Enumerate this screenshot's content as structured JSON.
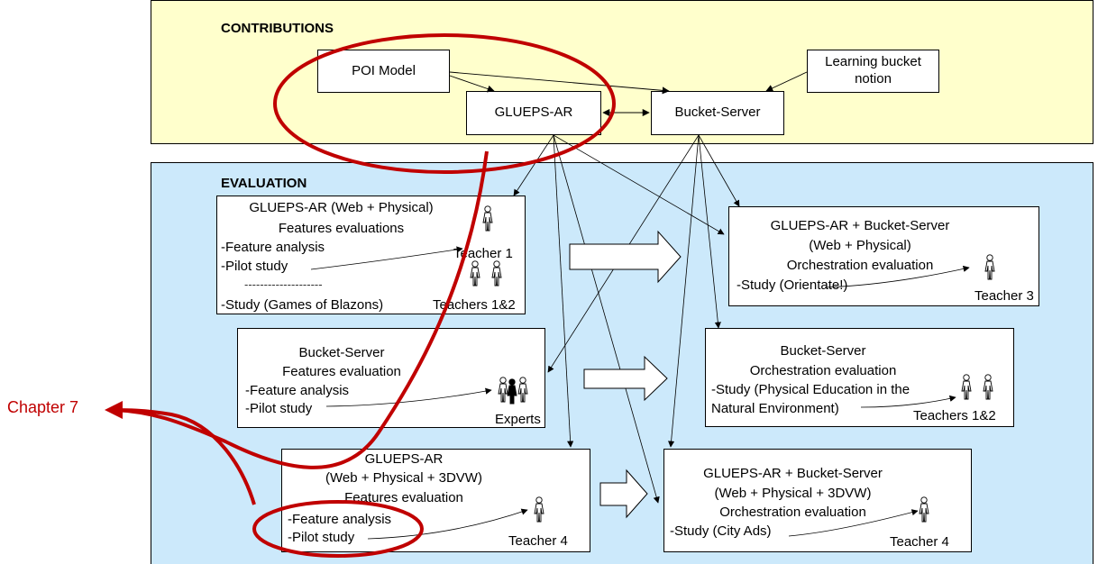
{
  "contributions": {
    "title": "CONTRIBUTIONS",
    "poi_model": "POI Model",
    "glueps_ar": "GLUEPS-AR",
    "bucket_server": "Bucket-Server",
    "learning_bucket": [
      "Learning bucket",
      "notion"
    ]
  },
  "evaluation": {
    "title": "EVALUATION",
    "box1": {
      "lines": [
        "GLUEPS-AR (Web + Physical)",
        "Features evaluations"
      ],
      "items": [
        "-Feature analysis",
        "-Pilot study",
        "-Study (Games of Blazons)"
      ],
      "divider": "--------------------",
      "actors": [
        "Teacher 1",
        "Teachers 1&2"
      ]
    },
    "box2": {
      "lines": [
        "Bucket-Server",
        "Features evaluation"
      ],
      "items": [
        "-Feature analysis",
        "-Pilot study"
      ],
      "actor": "Experts"
    },
    "box3": {
      "lines": [
        "GLUEPS-AR",
        "(Web + Physical + 3DVW)",
        "Features evaluation"
      ],
      "items": [
        "-Feature analysis",
        "-Pilot study"
      ],
      "actor": "Teacher 4"
    },
    "box4": {
      "lines": [
        "GLUEPS-AR + Bucket-Server",
        "(Web + Physical)",
        "Orchestration evaluation"
      ],
      "items": [
        "-Study (Orientate!)"
      ],
      "actor": "Teacher 3"
    },
    "box5": {
      "lines": [
        "Bucket-Server",
        "Orchestration evaluation"
      ],
      "items": [
        "-Study (Physical Education in the",
        "Natural Environment)"
      ],
      "actor": "Teachers 1&2"
    },
    "box6": {
      "lines": [
        "GLUEPS-AR + Bucket-Server",
        "(Web + Physical + 3DVW)",
        "Orchestration evaluation"
      ],
      "items": [
        "-Study (City Ads)"
      ],
      "actor": "Teacher 4"
    }
  },
  "annotation": {
    "label": "Chapter 7",
    "color": "#c00000"
  },
  "colors": {
    "contributions_bg": "#ffffcc",
    "evaluation_bg": "#cce9fb",
    "highlight": "#c00000"
  }
}
